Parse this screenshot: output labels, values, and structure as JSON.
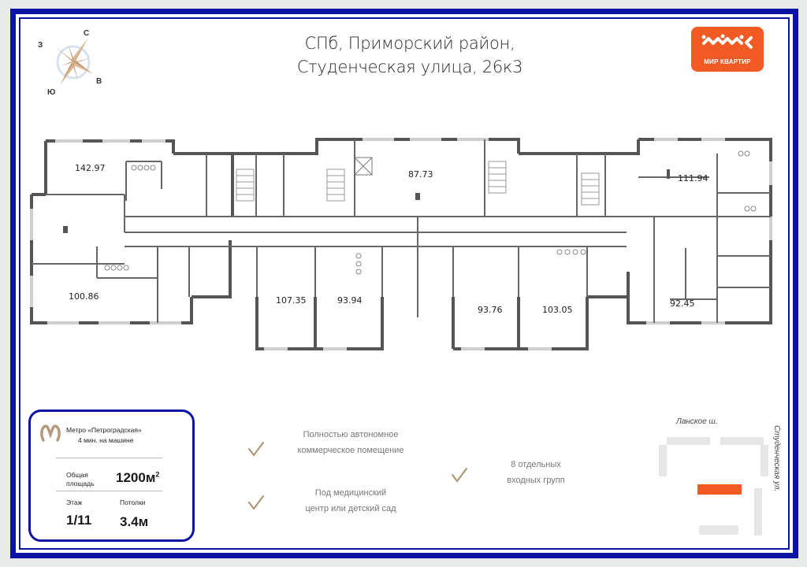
{
  "header": {
    "title_line1": "СПб, Приморский район,",
    "title_line2": "Студенческая улица, 26к3"
  },
  "compass": {
    "north": "С",
    "west": "З",
    "east": "В",
    "south": "Ю"
  },
  "logo": {
    "text": "МИР КВАРТИР",
    "color": "#f15a22"
  },
  "floor_plan": {
    "unit_areas": [
      {
        "id": "unit-1",
        "area": "142.97"
      },
      {
        "id": "unit-2",
        "area": "100.86"
      },
      {
        "id": "unit-3",
        "area": "107.35"
      },
      {
        "id": "unit-4",
        "area": "93.94"
      },
      {
        "id": "unit-5",
        "area": "87.73"
      },
      {
        "id": "unit-6",
        "area": "93.76"
      },
      {
        "id": "unit-7",
        "area": "103.05"
      },
      {
        "id": "unit-8",
        "area": "111.94"
      },
      {
        "id": "unit-9",
        "area": "92.45"
      }
    ]
  },
  "info_card": {
    "metro_line1": "Метро «Петроградская»",
    "metro_line2": "4 мин. на машине",
    "area_caption_line1": "Общая",
    "area_caption_line2": "площадь",
    "area_value": "1200м",
    "area_unit_sup": "2",
    "floor_caption": "Этаж",
    "floor_value": "1/11",
    "ceiling_caption": "Потолки",
    "ceiling_value": "3.4м",
    "metro_icon_color": "#b59a7e",
    "border_color": "#0b14a0"
  },
  "features": [
    {
      "line1": "Полностью автономное",
      "line2": "коммерческое помещение"
    },
    {
      "line1": "Под медицинский",
      "line2": "центр или детский сад"
    },
    {
      "line1": "8 отдельных",
      "line2": "входных групп"
    }
  ],
  "location_map": {
    "street_top": "Ланское ш.",
    "street_right": "Студенческая ул.",
    "highlight_color": "#f15a22"
  }
}
